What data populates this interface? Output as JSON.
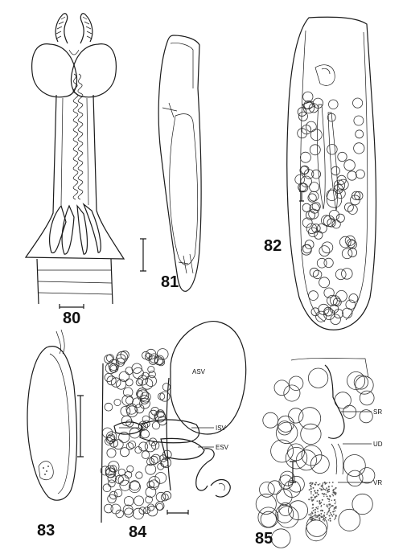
{
  "plate": {
    "background": "#ffffff",
    "ink": "#1a1a1a"
  },
  "figures": [
    {
      "id": "fig80",
      "number": "80"
    },
    {
      "id": "fig81",
      "number": "81"
    },
    {
      "id": "fig82",
      "number": "82"
    },
    {
      "id": "fig83",
      "number": "83"
    },
    {
      "id": "fig84",
      "number": "84",
      "labels": [
        "ASV",
        "ISV",
        "ESV"
      ]
    },
    {
      "id": "fig85",
      "number": "85",
      "labels": [
        "SR",
        "UD",
        "VR"
      ]
    }
  ]
}
